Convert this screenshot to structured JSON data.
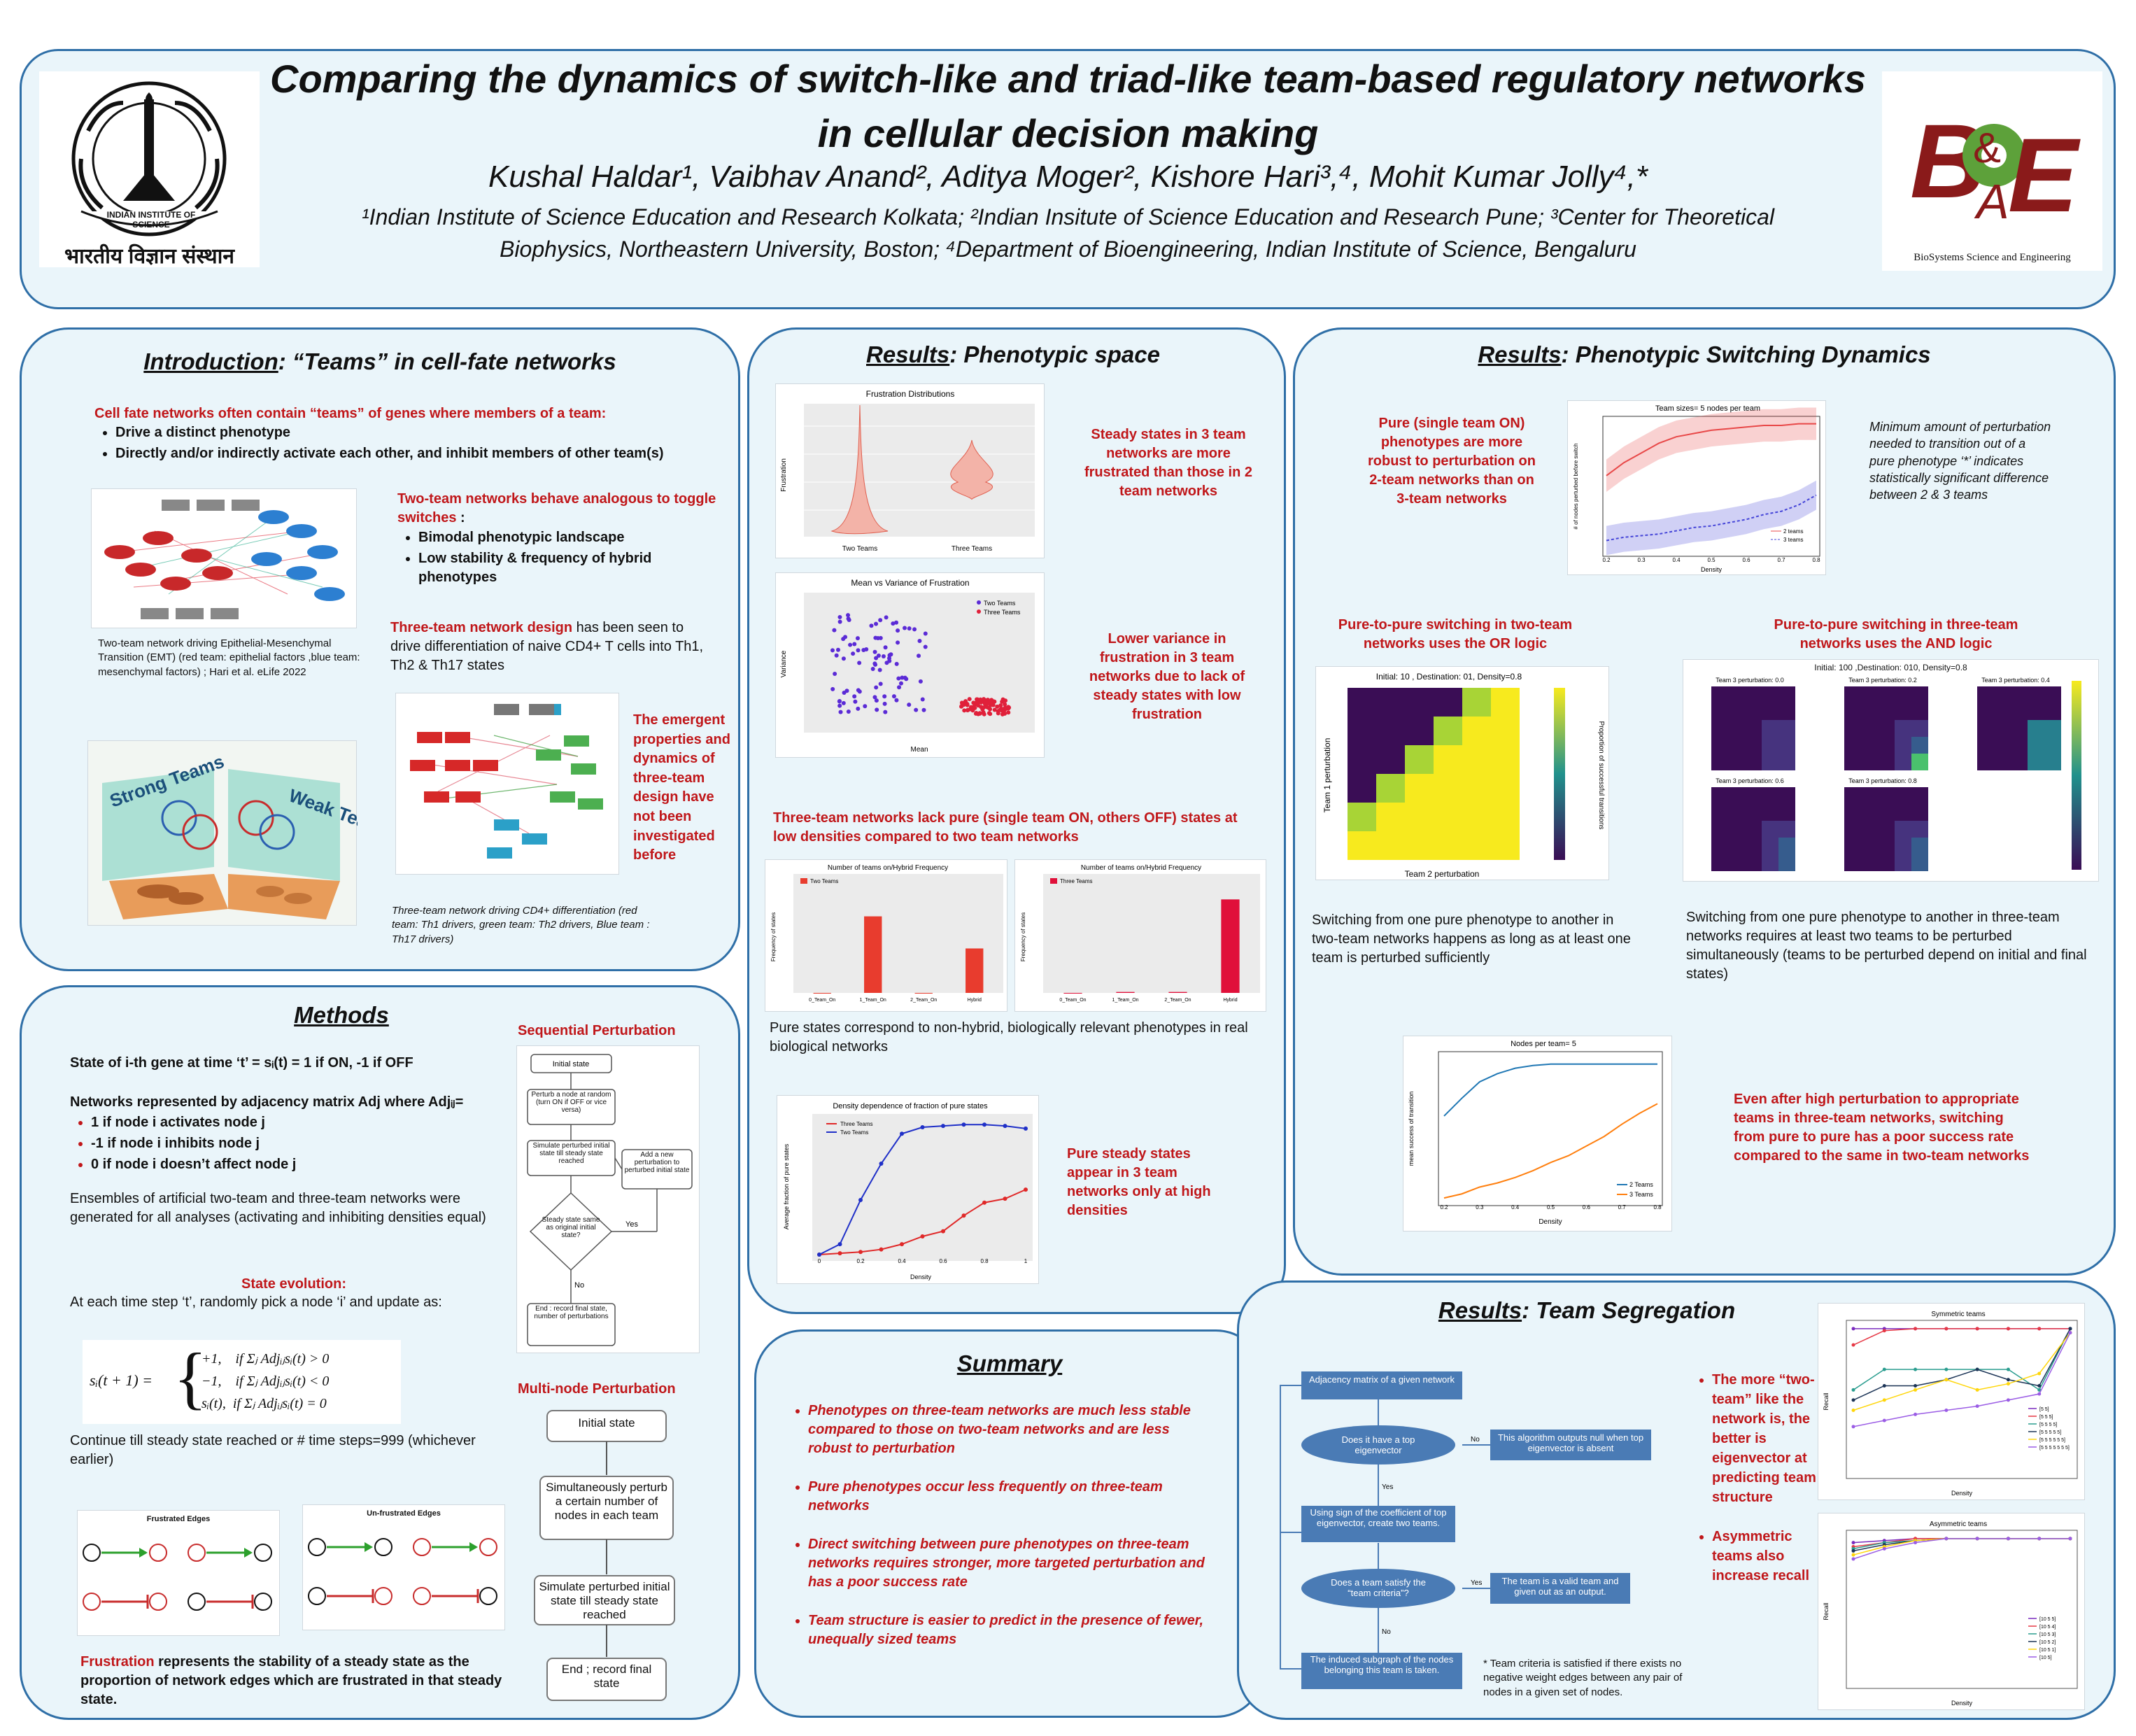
{
  "header": {
    "title_line1": "Comparing the dynamics of switch-like and triad-like team-based regulatory networks",
    "title_line2": "in cellular decision making",
    "authors": "Kushal Haldar¹, Vaibhav Anand², Aditya Moger², Kishore Hari³,⁴, Mohit Kumar Jolly⁴,*",
    "affil1": "¹Indian Institute of Science Education and Research Kolkata; ²Indian Insitute of Science Education and Research Pune; ³Center for Theoretical",
    "affil2": "Biophysics, Northeastern University, Boston; ⁴Department of Bioengineering, Indian Institute of Science, Bengaluru",
    "left_logo_text_top": "INDIAN INSTITUTE OF SCIENCE",
    "left_logo_text_bottom": "भारतीय विज्ञान संस्थान",
    "right_logo_caption": "BioSystems Science and Engineering"
  },
  "intro": {
    "title_u": "Introduction",
    "title_rest": ": “Teams” in cell-fate networks",
    "lead": "Cell fate networks often contain “teams” of genes where members of a team:",
    "bullets": [
      "Drive a distinct phenotype",
      "Directly and/or indirectly activate each other, and inhibit members of other team(s)"
    ],
    "two_team_head": "Two-team networks behave analogous to toggle switches",
    "two_team_head_colon": " :",
    "two_team_bullets": [
      "Bimodal phenotypic landscape",
      "Low stability & frequency of hybrid phenotypes"
    ],
    "emt_caption": "Two-team network driving Epithelial-Mesenchymal Transition (EMT) (red team: epithelial factors ,blue team: mesenchymal factors) ; Hari et al. eLife 2022",
    "three_design_red": "Three-team network design",
    "three_design_rest": " has been seen to drive differentiation of naive CD4+ T cells into Th1, Th2 & Th17 states",
    "emergent": "The emergent properties and dynamics of three-team design have not been investigated before",
    "cd4_caption": "Three-team network driving CD4+ differentiation (red team: Th1 drivers, green team: Th2 drivers, Blue team : Th17 drivers)",
    "landscape_left": "Strong Teams",
    "landscape_right": "Weak Teams"
  },
  "methods": {
    "title": "Methods",
    "state_line": "State of i-th gene at time ‘t’ = sᵢ(t) = 1 if ON, -1 if OFF",
    "adj_line": "Networks represented by adjacency matrix Adj where Adjᵢⱼ=",
    "adj_items": [
      "1 if node i activates node j",
      "-1 if node i inhibits node j",
      "0 if node i doesn’t affect node j"
    ],
    "ensemble": "Ensembles of artificial two-team and three-team networks were generated for all analyses (activating and inhibiting densities equal)",
    "state_evolution_head": "State evolution:",
    "state_evolution": "At each time step ‘t’, randomly pick a node ‘i’ and update as:",
    "eq1": "+1,    if Σⱼ Adjᵢⱼsᵢ(t) > 0",
    "eq2": "−1,    if Σⱼ Adjᵢⱼsᵢ(t) < 0",
    "eq3": "sᵢ(t),  if Σⱼ Adjᵢⱼsᵢ(t) = 0",
    "eq_lhs": "sᵢ(t + 1) =",
    "continue": "Continue till steady state reached or # time steps=999 (whichever earlier)",
    "frustrated_edges": "Frustrated Edges",
    "unfrustrated_edges": "Un-frustrated Edges",
    "frustration_red": "Frustration",
    "frustration_rest": " represents the stability of a steady state as the proportion of network edges which are frustrated in that steady state.",
    "seq_title": "Sequential Perturbation",
    "seq_steps": [
      "Initial state",
      "Perturb a node at random (turn ON if OFF or vice versa)",
      "Simulate perturbed initial state till steady state reached",
      "Steady state same as original initial state?",
      "End : record final state, number of perturbations",
      "Add a new perturbation to perturbed initial state"
    ],
    "seq_yes": "Yes",
    "seq_no": "No",
    "multi_title": "Multi-node Perturbation",
    "multi_steps": [
      "Initial state",
      "Simultaneously perturb a certain number of nodes in each team",
      "Simulate perturbed initial state till steady state reached",
      "End ; record final state"
    ]
  },
  "phenospace": {
    "title_u": "Results",
    "title_rest": ": Phenotypic space",
    "note1": "Steady states in 3 team networks are more frustrated than those in 2 team networks",
    "note2": "Lower variance in frustration in 3 team networks due to lack of steady states with low frustration",
    "lack_pure": "Three-team networks lack pure (single team ON, others OFF) states at low densities compared to two team networks",
    "pure_states": "Pure states correspond to non-hybrid, biologically relevant phenotypes in real biological networks",
    "note3": "Pure steady states appear in 3 team networks only at high densities",
    "violin_title": "Frustration Distributions",
    "violin_labels": [
      "Two Teams",
      "Three Teams"
    ],
    "violin_ylabel": "Frustration",
    "scatter_title": "Mean vs Variance of Frustration",
    "scatter_legend": [
      "Two Teams",
      "Three Teams"
    ],
    "scatter_xlabel": "Mean",
    "scatter_ylabel": "Variance",
    "bar_title": "Number of teams on/Hybrid Frequency",
    "bar_ylabel": "Frequency of states",
    "bar2_legend": "Two Teams",
    "bar3_legend": "Three Teams",
    "density_title": "Density dependence of fraction of pure states",
    "density_xlabel": "Density",
    "density_ylabel": "Average fraction of pure states"
  },
  "summary": {
    "title": "Summary",
    "items": [
      "Phenotypes on three-team networks are much less stable compared to those on two-team networks and are less robust to perturbation",
      "Pure phenotypes occur less frequently on three-team networks",
      "Direct switching between pure phenotypes on three-team networks requires stronger, more targeted perturbation and has a poor success rate",
      "Team structure is easier to predict in the presence of fewer, unequally sized teams"
    ]
  },
  "switching": {
    "title_u": "Results",
    "title_rest": ": Phenotypic Switching Dynamics",
    "pure_robust": "Pure (single team ON) phenotypes are more robust to perturbation on 2-team networks than on 3-team networks",
    "min_pert": "Minimum amount of perturbation needed to transition out of a pure phenotype ‘*’ indicates statistically significant difference between 2 & 3 teams",
    "or_head": "Pure-to-pure switching in two-team networks uses the OR logic",
    "and_head": "Pure-to-pure switching in three-team networks uses the AND logic",
    "or_text": "Switching from one pure phenotype to another in two-team networks happens as long as at least one team is perturbed sufficiently",
    "and_text": "Switching from one pure phenotype to another in three-team networks requires at least two teams to be perturbed simultaneously (teams to be perturbed depend on initial and final states)",
    "even_after": "Even after high perturbation to appropriate teams in three-team networks, switching from pure to pure has a poor success rate compared to the same in two-team networks",
    "ts_title": "Team sizes= 5 nodes per team",
    "ts_xlabel": "Density",
    "ts_ylabel": "# of nodes perturbed before switch",
    "ts_legend": [
      "2 teams",
      "3 teams"
    ],
    "hm2_title": "Initial: 10 , Destination: 01, Density=0.8",
    "hm2_xlabel": "Team 2 perturbation",
    "hm2_ylabel": "Team 1 perturbation",
    "hm2_cbar": "Proportion of successful transitions",
    "hm3_title": "Initial: 100 ,Destination: 010, Density=0.8",
    "hm3_subtitles": [
      "Team 3 perturbation: 0.0",
      "Team 3 perturbation: 0.2",
      "Team 3 perturbation: 0.4",
      "Team 3 perturbation: 0.6",
      "Team 3 perturbation: 0.8"
    ],
    "np_title": "Nodes per team= 5",
    "np_xlabel": "Density",
    "np_ylabel": "mean success of transition",
    "np_legend": [
      "2 Teams",
      "3 Teams"
    ]
  },
  "segregation": {
    "title_u": "Results",
    "title_rest": ": Team Segregation",
    "flow": [
      "Adjacency matrix of a given network",
      "Does it have a top eigenvector",
      "This algorithm outputs null when top eigenvector is absent",
      "Using sign of the coefficient of top eigenvector, create two teams.",
      "Does a team satisfy the “team criteria”?",
      "The team is a valid team and given out as an output.",
      "The induced subgraph of the nodes belonging this team is taken."
    ],
    "flow_yes": "Yes",
    "flow_no": "No",
    "criteria_note": "* Team criteria is satisfied if there exists no negative weight edges between any pair of nodes in a given set of nodes.",
    "bullets": [
      "The more “two-team” like the network is, the better is eigenvector at predicting team structure",
      "Asymmetric teams also increase recall"
    ],
    "sym_title": "Symmetric teams",
    "asym_title": "Asymmetric teams",
    "recall_label": "Recall",
    "density_label": "Density",
    "sym_legend": [
      "[5 5]",
      "[5 5 5]",
      "[5 5 5 5]",
      "[5 5 5 5 5]",
      "[5 5 5 5 5 5]",
      "[5 5 5 5 5 5 5]"
    ],
    "asym_legend": [
      "[10 5 5]",
      "[10 5 4]",
      "[10 5 3]",
      "[10 5 2]",
      "[10 5 1]",
      "[10 5]"
    ]
  },
  "chart_data": [
    {
      "type": "line",
      "title": "Team sizes= 5 nodes per team",
      "xlabel": "Density",
      "ylabel": "# of nodes perturbed before switch",
      "x": [
        0.2,
        0.25,
        0.3,
        0.35,
        0.4,
        0.45,
        0.5,
        0.55,
        0.6,
        0.65,
        0.7,
        0.75,
        0.8
      ],
      "series": [
        {
          "name": "2 teams",
          "values": [
            3.9,
            4.3,
            4.6,
            4.9,
            5.1,
            5.2,
            5.3,
            5.35,
            5.4,
            5.45,
            5.45,
            5.5,
            5.5
          ]
        },
        {
          "name": "3 teams",
          "values": [
            1.9,
            2.0,
            2.05,
            2.1,
            2.2,
            2.3,
            2.35,
            2.45,
            2.55,
            2.7,
            2.8,
            3.0,
            3.3
          ]
        }
      ],
      "ylim": [
        1.5,
        5.6
      ]
    },
    {
      "type": "line",
      "title": "Density dependence of fraction of pure states",
      "xlabel": "Density",
      "ylabel": "Average fraction of pure states",
      "x": [
        0.0,
        0.1,
        0.2,
        0.3,
        0.4,
        0.5,
        0.6,
        0.7,
        0.8,
        0.9,
        1.0
      ],
      "series": [
        {
          "name": "Three Teams",
          "values": [
            0.0,
            0.01,
            0.02,
            0.04,
            0.08,
            0.14,
            0.18,
            0.3,
            0.4,
            0.43,
            0.5
          ]
        },
        {
          "name": "Two Teams",
          "values": [
            0.0,
            0.08,
            0.42,
            0.7,
            0.93,
            0.98,
            0.99,
            1.0,
            1.0,
            0.99,
            0.97
          ]
        }
      ],
      "ylim": [
        0,
        1.05
      ]
    },
    {
      "type": "line",
      "title": "Nodes per team= 5",
      "xlabel": "Density",
      "ylabel": "mean success of transition",
      "x": [
        0.2,
        0.25,
        0.3,
        0.35,
        0.4,
        0.45,
        0.5,
        0.55,
        0.6,
        0.65,
        0.7,
        0.75,
        0.8
      ],
      "series": [
        {
          "name": "2 Teams",
          "values": [
            0.62,
            0.75,
            0.87,
            0.93,
            0.97,
            0.99,
            1.0,
            1.0,
            1.0,
            1.0,
            1.0,
            1.0,
            1.0
          ]
        },
        {
          "name": "3 Teams",
          "values": [
            0.02,
            0.05,
            0.1,
            0.13,
            0.17,
            0.22,
            0.28,
            0.33,
            0.4,
            0.47,
            0.56,
            0.64,
            0.71
          ]
        }
      ],
      "ylim": [
        0,
        1.05
      ]
    },
    {
      "type": "bar",
      "title": "Number of teams on/Hybrid Frequency",
      "categories": [
        "0_Team_On",
        "1_Team_On",
        "2_Team_On",
        "Hybrid"
      ],
      "series": [
        {
          "name": "Two Teams",
          "values": [
            0.0,
            0.62,
            0.0,
            0.36
          ]
        }
      ],
      "ylim": [
        0,
        0.85
      ]
    },
    {
      "type": "bar",
      "title": "Number of teams on/Hybrid Frequency",
      "categories": [
        "0_Team_On",
        "1_Team_On",
        "2_Team_On",
        "Hybrid"
      ],
      "series": [
        {
          "name": "Three Teams",
          "values": [
            0.0,
            0.01,
            0.01,
            0.98
          ]
        }
      ],
      "ylim": [
        0,
        1.1
      ]
    }
  ]
}
